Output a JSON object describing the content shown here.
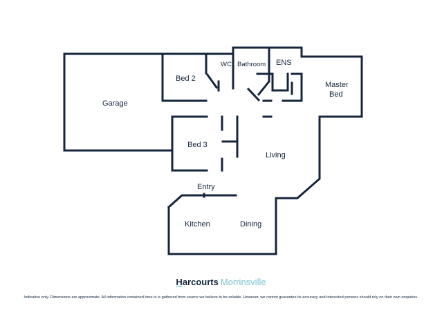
{
  "rooms": {
    "garage": "Garage",
    "bed2": "Bed 2",
    "wc": "WC",
    "bathroom": "Bathroom",
    "ens": "ENS",
    "master_line1": "Master",
    "master_line2": "Bed",
    "bed3": "Bed 3",
    "living": "Living",
    "entry": "Entry",
    "kitchen": "Kitchen",
    "dining": "Dining"
  },
  "branding": {
    "name_first": "H",
    "name_rest": "arcourts",
    "office": "Morrinsville",
    "accent_color": "#38b6c9",
    "primary_color": "#14253d"
  },
  "disclaimer": "Indicative only. Dimensions are approximate. All information contained here in is gathered from source we believe to be reliable. However, we cannot guarantee its accuracy and interested persons should rely on their own enquiries."
}
